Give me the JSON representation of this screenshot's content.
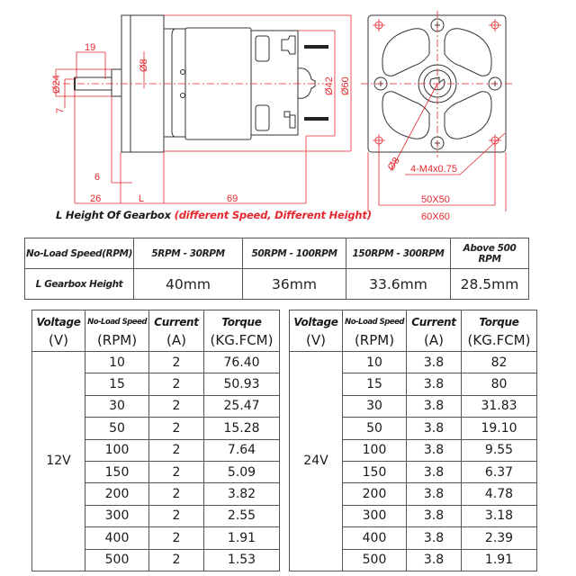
{
  "drawing": {
    "side_view": {
      "dimensions": {
        "shaft_length": "19",
        "shaft_diameter": "Ø8",
        "boss_diameter": "Ø24",
        "flat": "7",
        "boss_height": "6",
        "shaft_total": "26",
        "gearbox_height": "L",
        "motor_length": "69",
        "motor_diameter": "Ø42",
        "gearbox_width": "Ø60"
      }
    },
    "front_view": {
      "dimensions": {
        "center_diameter": "Ø8",
        "mount_holes": "4-M4x0.75",
        "hole_spacing": "50X50",
        "flange_size": "60X60"
      }
    },
    "caption": {
      "main": "L Height Of Gearbox",
      "note": "(different Speed, Different Height)"
    },
    "colors": {
      "dimension": "#e5282f",
      "outline": "#333333"
    }
  },
  "gearbox_table": {
    "row_labels": [
      "No-Load Speed(RPM)",
      "L Gearbox Height"
    ],
    "speed_ranges": [
      "5RPM - 30RPM",
      "50RPM - 100RPM",
      "150RPM - 300RPM",
      "Above 500 RPM"
    ],
    "heights": [
      "40mm",
      "36mm",
      "33.6mm",
      "28.5mm"
    ]
  },
  "spec_headers": {
    "voltage": [
      "Voltage",
      "(V)"
    ],
    "speed": [
      "No-Load Speed",
      "(RPM)"
    ],
    "current": [
      "Current",
      "(A)"
    ],
    "torque": [
      "Torque",
      "(KG.FCM)"
    ]
  },
  "spec_12v": {
    "voltage": "12V",
    "rows": [
      {
        "rpm": "10",
        "current": "2",
        "torque": "76.40"
      },
      {
        "rpm": "15",
        "current": "2",
        "torque": "50.93"
      },
      {
        "rpm": "30",
        "current": "2",
        "torque": "25.47"
      },
      {
        "rpm": "50",
        "current": "2",
        "torque": "15.28"
      },
      {
        "rpm": "100",
        "current": "2",
        "torque": "7.64"
      },
      {
        "rpm": "150",
        "current": "2",
        "torque": "5.09"
      },
      {
        "rpm": "200",
        "current": "2",
        "torque": "3.82"
      },
      {
        "rpm": "300",
        "current": "2",
        "torque": "2.55"
      },
      {
        "rpm": "400",
        "current": "2",
        "torque": "1.91"
      },
      {
        "rpm": "500",
        "current": "2",
        "torque": "1.53"
      }
    ]
  },
  "spec_24v": {
    "voltage": "24V",
    "rows": [
      {
        "rpm": "10",
        "current": "3.8",
        "torque": "82"
      },
      {
        "rpm": "15",
        "current": "3.8",
        "torque": "80"
      },
      {
        "rpm": "30",
        "current": "3.8",
        "torque": "31.83"
      },
      {
        "rpm": "50",
        "current": "3.8",
        "torque": "19.10"
      },
      {
        "rpm": "100",
        "current": "3.8",
        "torque": "9.55"
      },
      {
        "rpm": "150",
        "current": "3.8",
        "torque": "6.37"
      },
      {
        "rpm": "200",
        "current": "3.8",
        "torque": "4.78"
      },
      {
        "rpm": "300",
        "current": "3.8",
        "torque": "3.18"
      },
      {
        "rpm": "400",
        "current": "3.8",
        "torque": "2.39"
      },
      {
        "rpm": "500",
        "current": "3.8",
        "torque": "1.91"
      }
    ]
  }
}
